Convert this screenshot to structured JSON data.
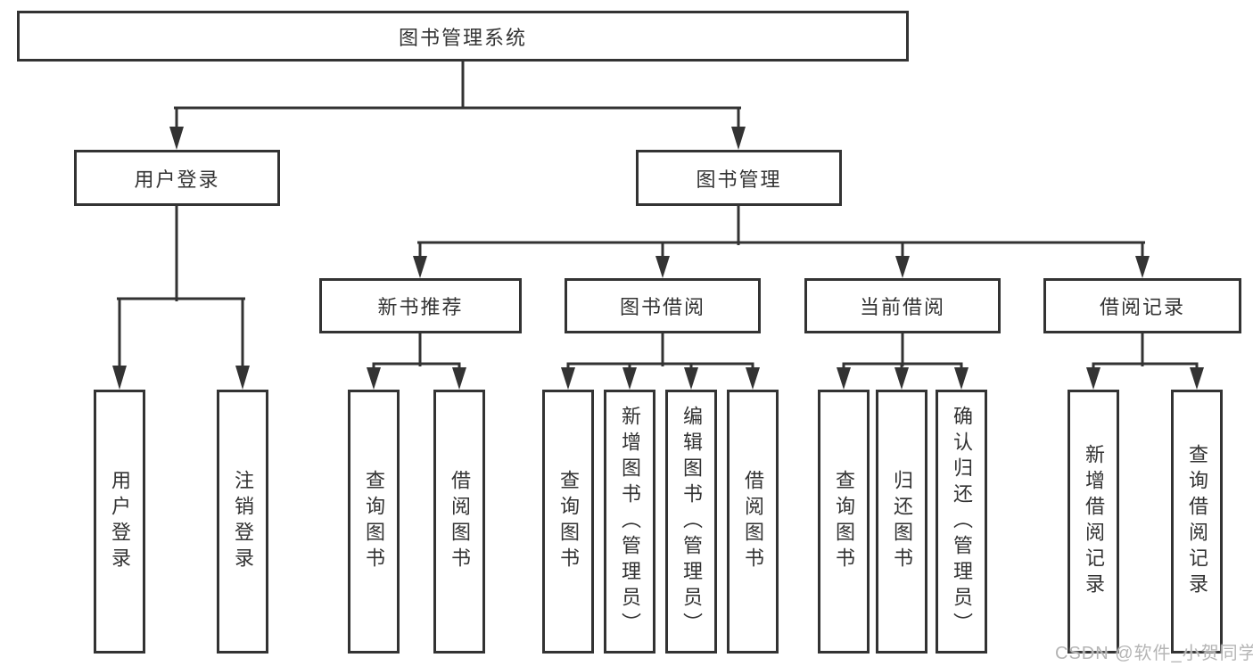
{
  "diagram": {
    "root": {
      "label": "图书管理系统"
    },
    "branches": [
      {
        "label": "用户登录",
        "children": [
          {
            "label": "用户登录"
          },
          {
            "label": "注销登录"
          }
        ]
      },
      {
        "label": "图书管理",
        "children": [
          {
            "label": "新书推荐",
            "children": [
              {
                "label": "查询图书"
              },
              {
                "label": "借阅图书"
              }
            ]
          },
          {
            "label": "图书借阅",
            "children": [
              {
                "label": "查询图书"
              },
              {
                "label": "新增图书（管理员）"
              },
              {
                "label": "编辑图书（管理员）"
              },
              {
                "label": "借阅图书"
              }
            ]
          },
          {
            "label": "当前借阅",
            "children": [
              {
                "label": "查询图书"
              },
              {
                "label": "归还图书"
              },
              {
                "label": "确认归还（管理员）"
              }
            ]
          },
          {
            "label": "借阅记录",
            "children": [
              {
                "label": "新增借阅记录"
              },
              {
                "label": "查询借阅记录"
              }
            ]
          }
        ]
      }
    ]
  },
  "watermark": {
    "text": "CSDN @软件_小贺同学"
  },
  "colors": {
    "line": "#333333",
    "text": "#333333",
    "watermark": "#b5b5b5"
  }
}
